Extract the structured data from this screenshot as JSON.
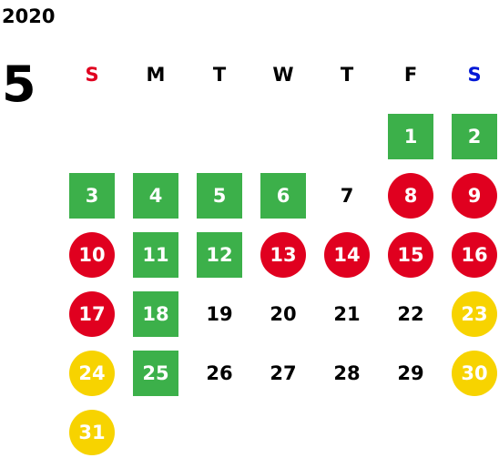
{
  "calendar": {
    "year": "2020",
    "month": "5",
    "weekdays": [
      "S",
      "M",
      "T",
      "W",
      "T",
      "F",
      "S"
    ],
    "weekday_colors": [
      "#e0001f",
      "#000000",
      "#000000",
      "#000000",
      "#000000",
      "#000000",
      "#0018d6"
    ],
    "colors": {
      "green_square": "#3cb04a",
      "red_circle": "#e0001f",
      "yellow_circle": "#f7d300"
    },
    "days": [
      {
        "label": "1",
        "style": "green-square"
      },
      {
        "label": "2",
        "style": "green-square"
      },
      {
        "label": "3",
        "style": "green-square"
      },
      {
        "label": "4",
        "style": "green-square"
      },
      {
        "label": "5",
        "style": "green-square"
      },
      {
        "label": "6",
        "style": "green-square"
      },
      {
        "label": "7",
        "style": "plain"
      },
      {
        "label": "8",
        "style": "red-circle"
      },
      {
        "label": "9",
        "style": "red-circle"
      },
      {
        "label": "10",
        "style": "red-circle"
      },
      {
        "label": "11",
        "style": "green-square"
      },
      {
        "label": "12",
        "style": "green-square"
      },
      {
        "label": "13",
        "style": "red-circle"
      },
      {
        "label": "14",
        "style": "red-circle"
      },
      {
        "label": "15",
        "style": "red-circle"
      },
      {
        "label": "16",
        "style": "red-circle"
      },
      {
        "label": "17",
        "style": "red-circle"
      },
      {
        "label": "18",
        "style": "green-square"
      },
      {
        "label": "19",
        "style": "plain"
      },
      {
        "label": "20",
        "style": "plain"
      },
      {
        "label": "21",
        "style": "plain"
      },
      {
        "label": "22",
        "style": "plain"
      },
      {
        "label": "23",
        "style": "yellow-circle"
      },
      {
        "label": "24",
        "style": "yellow-circle"
      },
      {
        "label": "25",
        "style": "green-square"
      },
      {
        "label": "26",
        "style": "plain"
      },
      {
        "label": "27",
        "style": "plain"
      },
      {
        "label": "28",
        "style": "plain"
      },
      {
        "label": "29",
        "style": "plain"
      },
      {
        "label": "30",
        "style": "yellow-circle"
      },
      {
        "label": "31",
        "style": "yellow-circle"
      }
    ]
  }
}
